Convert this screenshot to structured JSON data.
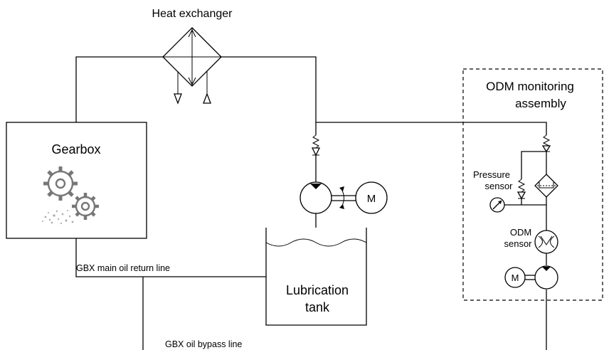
{
  "labels": {
    "heat_exchanger": "Heat exchanger",
    "gearbox": "Gearbox",
    "odm_assembly_line1": "ODM monitoring",
    "odm_assembly_line2": "assembly",
    "pressure_sensor_line1": "Pressure",
    "pressure_sensor_line2": "sensor",
    "odm_sensor_line1": "ODM",
    "odm_sensor_line2": "sensor",
    "motor": "M",
    "motor_small": "M",
    "tank_line1": "Lubrication",
    "tank_line2": "tank",
    "main_return_line": "GBX main oil return line",
    "bypass_line": "GBX oil bypass line"
  },
  "icons": {
    "gearbox_graphic": "gears-icon"
  }
}
